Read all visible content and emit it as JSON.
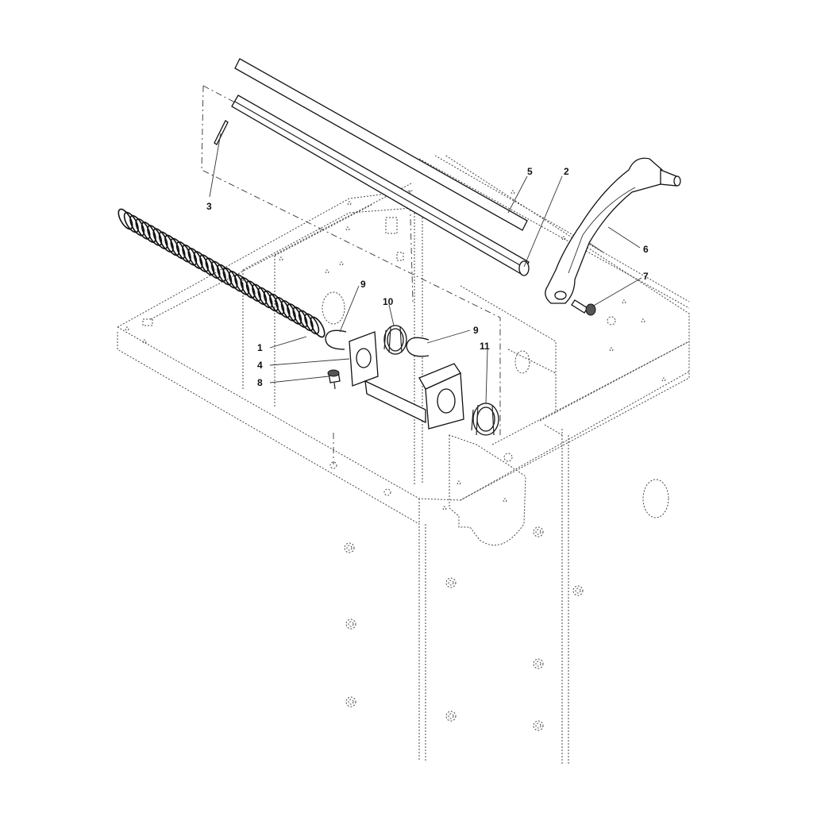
{
  "callouts": [
    {
      "id": "1",
      "text": "1"
    },
    {
      "id": "2",
      "text": "2"
    },
    {
      "id": "3",
      "text": "3"
    },
    {
      "id": "4",
      "text": "4"
    },
    {
      "id": "5",
      "text": "5"
    },
    {
      "id": "6",
      "text": "6"
    },
    {
      "id": "7",
      "text": "7"
    },
    {
      "id": "8",
      "text": "8"
    },
    {
      "id": "9a",
      "text": "9"
    },
    {
      "id": "9b",
      "text": "9"
    },
    {
      "id": "10",
      "text": "10"
    },
    {
      "id": "11",
      "text": "11"
    }
  ]
}
